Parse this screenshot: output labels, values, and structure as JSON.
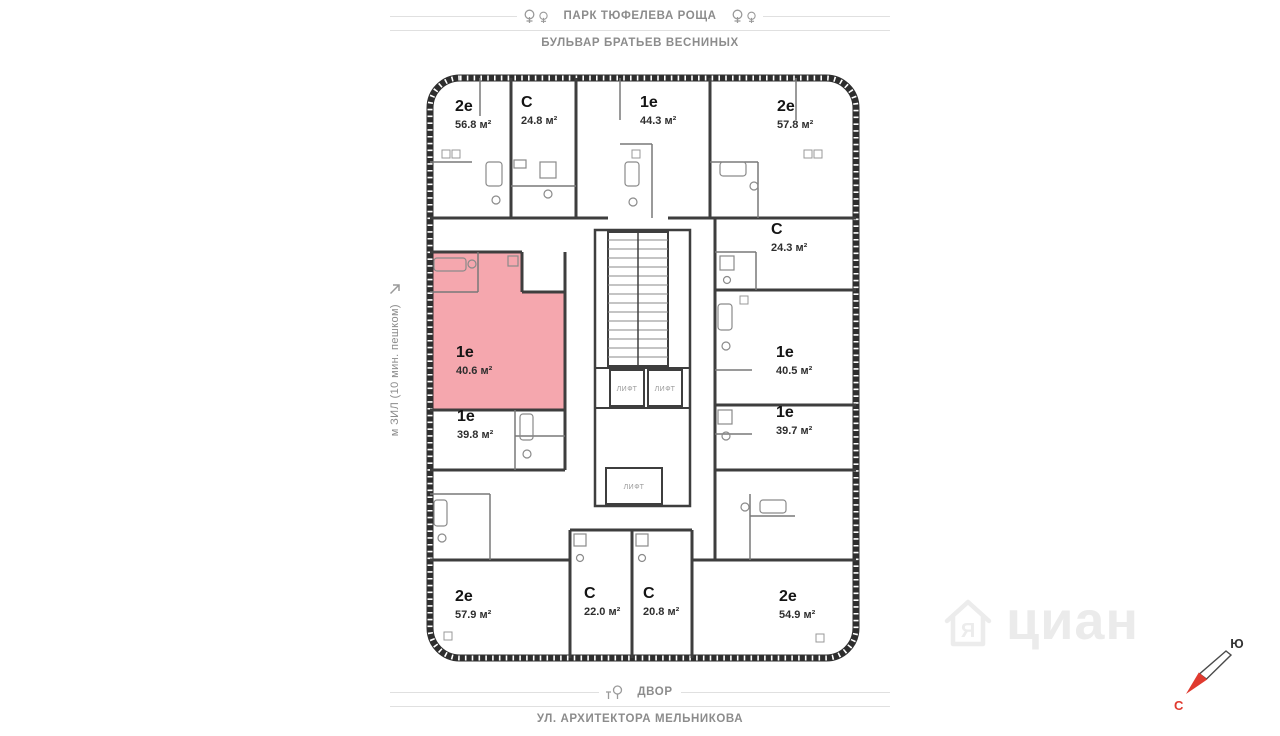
{
  "surroundings": {
    "park_name": "ПАРК ТЮФЕЛЕВА РОЩА",
    "boulevard": "БУЛЬВАР БРАТЬЕВ ВЕСНИНЫХ",
    "metro": "м ЗИЛ (10 мин. пешком)",
    "yard": "ДВОР",
    "street_bottom": "УЛ. АРХИТЕКТОРА МЕЛЬНИКОВА"
  },
  "compass": {
    "north": "С",
    "south": "Ю"
  },
  "watermark": {
    "logo_letter": "Я",
    "text": "циан"
  },
  "plan": {
    "elevator_label": "ЛИФТ",
    "highlight_color": "#f5a7ae"
  },
  "apartments": [
    {
      "type": "2е",
      "area": "56.8 м²",
      "highlighted": false
    },
    {
      "type": "С",
      "area": "24.8 м²",
      "highlighted": false
    },
    {
      "type": "1е",
      "area": "44.3 м²",
      "highlighted": false
    },
    {
      "type": "2е",
      "area": "57.8 м²",
      "highlighted": false
    },
    {
      "type": "С",
      "area": "24.3 м²",
      "highlighted": false
    },
    {
      "type": "1е",
      "area": "40.5 м²",
      "highlighted": false
    },
    {
      "type": "1е",
      "area": "39.7 м²",
      "highlighted": false
    },
    {
      "type": "1е",
      "area": "40.6 м²",
      "highlighted": true
    },
    {
      "type": "1е",
      "area": "39.8 м²",
      "highlighted": false
    },
    {
      "type": "2е",
      "area": "57.9 м²",
      "highlighted": false
    },
    {
      "type": "С",
      "area": "22.0 м²",
      "highlighted": false
    },
    {
      "type": "С",
      "area": "20.8 м²",
      "highlighted": false
    },
    {
      "type": "2е",
      "area": "54.9 м²",
      "highlighted": false
    }
  ]
}
